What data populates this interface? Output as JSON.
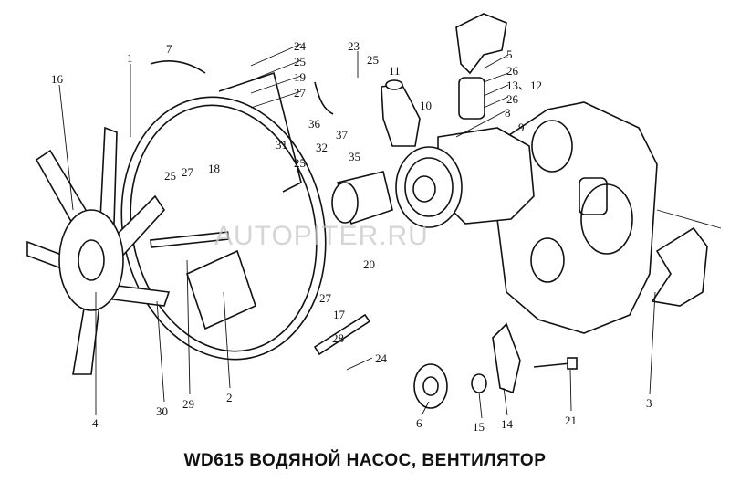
{
  "title": "WD615 ВОДЯНОЙ НАСОС, ВЕНТИЛЯТОР",
  "watermark": "AUTOPITER.RU",
  "callouts": [
    "7",
    "24",
    "25",
    "19",
    "27",
    "1",
    "16",
    "23",
    "25",
    "11",
    "5",
    "26",
    "13、12",
    "26",
    "8",
    "9",
    "10",
    "36",
    "32",
    "37",
    "35",
    "31",
    "25",
    "25",
    "27",
    "18",
    "20",
    "27",
    "17",
    "28",
    "24",
    "4",
    "30",
    "29",
    "2",
    "6",
    "15",
    "14",
    "21",
    "3"
  ]
}
